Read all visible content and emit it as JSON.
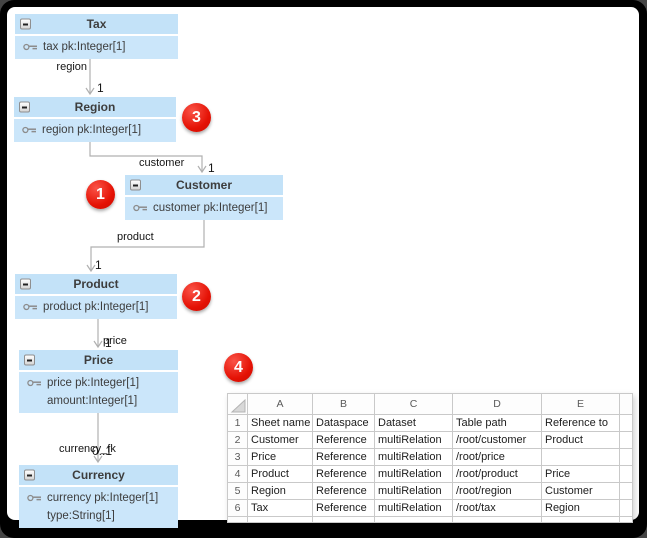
{
  "palette": {
    "entity_header_fill": "#c3e2f8",
    "entity_body_fill": "#cbe6fa",
    "entity_text": "#3d3d3d",
    "connector_gray": "#b0b0b0",
    "badge_red": "#e41104",
    "grid_line": "#c9c9c9"
  },
  "icons": {
    "collapse": "minus-icon",
    "primary_key": "key-icon",
    "sheet_corner": "select-all-triangle"
  },
  "diagram": {
    "entities": [
      {
        "name": "Tax",
        "attributes": [
          {
            "icon": "key-icon",
            "text": "tax pk:Integer[1]"
          }
        ]
      },
      {
        "name": "Region",
        "attributes": [
          {
            "icon": "key-icon",
            "text": "region pk:Integer[1]"
          }
        ]
      },
      {
        "name": "Customer",
        "attributes": [
          {
            "icon": "key-icon",
            "text": "customer pk:Integer[1]"
          }
        ]
      },
      {
        "name": "Product",
        "attributes": [
          {
            "icon": "key-icon",
            "text": "product pk:Integer[1]"
          }
        ]
      },
      {
        "name": "Price",
        "attributes": [
          {
            "icon": "key-icon",
            "text": "price pk:Integer[1]"
          },
          {
            "icon": null,
            "text": "amount:Integer[1]"
          }
        ]
      },
      {
        "name": "Currency",
        "attributes": [
          {
            "icon": "key-icon",
            "text": "currency pk:Integer[1]"
          },
          {
            "icon": null,
            "text": "type:String[1]"
          }
        ]
      }
    ],
    "connectors": [
      {
        "from": "Tax",
        "to": "Region",
        "label": "region",
        "multiplicity": "1"
      },
      {
        "from": "Region",
        "to": "Customer",
        "label": "customer",
        "multiplicity": "1"
      },
      {
        "from": "Customer",
        "to": "Product",
        "label": "product",
        "multiplicity": "1"
      },
      {
        "from": "Product",
        "to": "Price",
        "label": "price",
        "multiplicity": "1"
      },
      {
        "from": "Price",
        "to": "Currency",
        "label": "currency_fk",
        "multiplicity": "0..1"
      }
    ],
    "badges": [
      {
        "number": "1"
      },
      {
        "number": "2"
      },
      {
        "number": "3"
      },
      {
        "number": "4"
      }
    ]
  },
  "spreadsheet": {
    "column_headers": [
      "A",
      "B",
      "C",
      "D",
      "E"
    ],
    "rows": [
      {
        "num": "1",
        "cells": [
          "Sheet name",
          "Dataspace",
          "Dataset",
          "Table path",
          "Reference to"
        ]
      },
      {
        "num": "2",
        "cells": [
          "Customer",
          "Reference",
          "multiRelation",
          "/root/customer",
          "Product"
        ]
      },
      {
        "num": "3",
        "cells": [
          "Price",
          "Reference",
          "multiRelation",
          "/root/price",
          ""
        ]
      },
      {
        "num": "4",
        "cells": [
          "Product",
          "Reference",
          "multiRelation",
          "/root/product",
          "Price"
        ]
      },
      {
        "num": "5",
        "cells": [
          "Region",
          "Reference",
          "multiRelation",
          "/root/region",
          "Customer"
        ]
      },
      {
        "num": "6",
        "cells": [
          "Tax",
          "Reference",
          "multiRelation",
          "/root/tax",
          "Region"
        ]
      }
    ]
  }
}
